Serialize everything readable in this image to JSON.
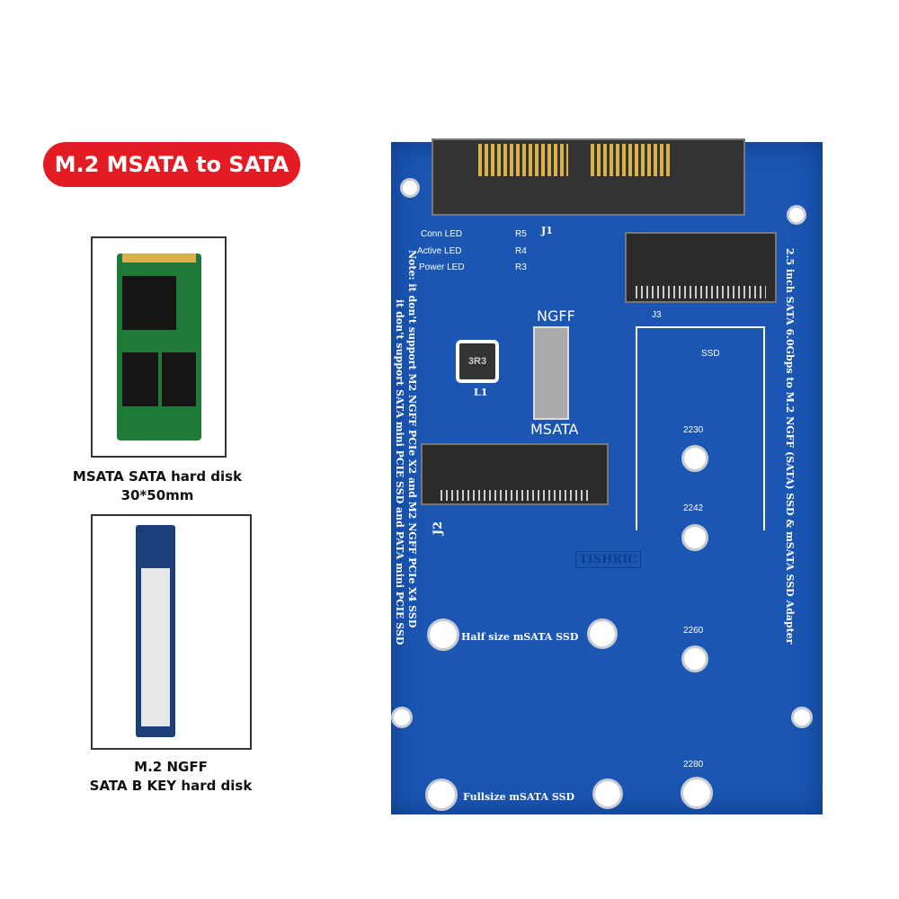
{
  "title": "M.2 MSATA to SATA",
  "cards": [
    {
      "caption_line1": "MSATA SATA hard disk",
      "caption_line2": "30*50mm"
    },
    {
      "caption_line1": "M.2 NGFF",
      "caption_line2": "SATA B KEY hard disk"
    }
  ],
  "board": {
    "leds": [
      "Conn LED",
      "Active LED",
      "Power LED"
    ],
    "resistors": [
      "R5",
      "R4",
      "R3"
    ],
    "j1": "J1",
    "j2": "J2",
    "j3": "J3",
    "l1": "L1",
    "inductor": "3R3",
    "ngff": "NGFF",
    "msata": "MSATA",
    "ssd_arrow": "SSD",
    "brand": "TISHRIC",
    "sizes": [
      "2230",
      "2242",
      "2260",
      "2280"
    ],
    "half_size": "Half size  mSATA SSD",
    "full_size": "Fullsize  mSATA SSD",
    "note_line1": "Note: it don't support M2 NGFF PCIe X2 and M2 NGFF PCIe X4 SSD",
    "note_line2": "it don't support SATA mini PCIE SSD and PATA mini PCIE SSD",
    "right_text": "2.5 inch SATA 6.0Gbps to M.2 NGFF (SATA) SSD & mSATA SSD Adapter"
  },
  "colors": {
    "title_bg": "#e31b23",
    "board": "#1b56b3"
  }
}
